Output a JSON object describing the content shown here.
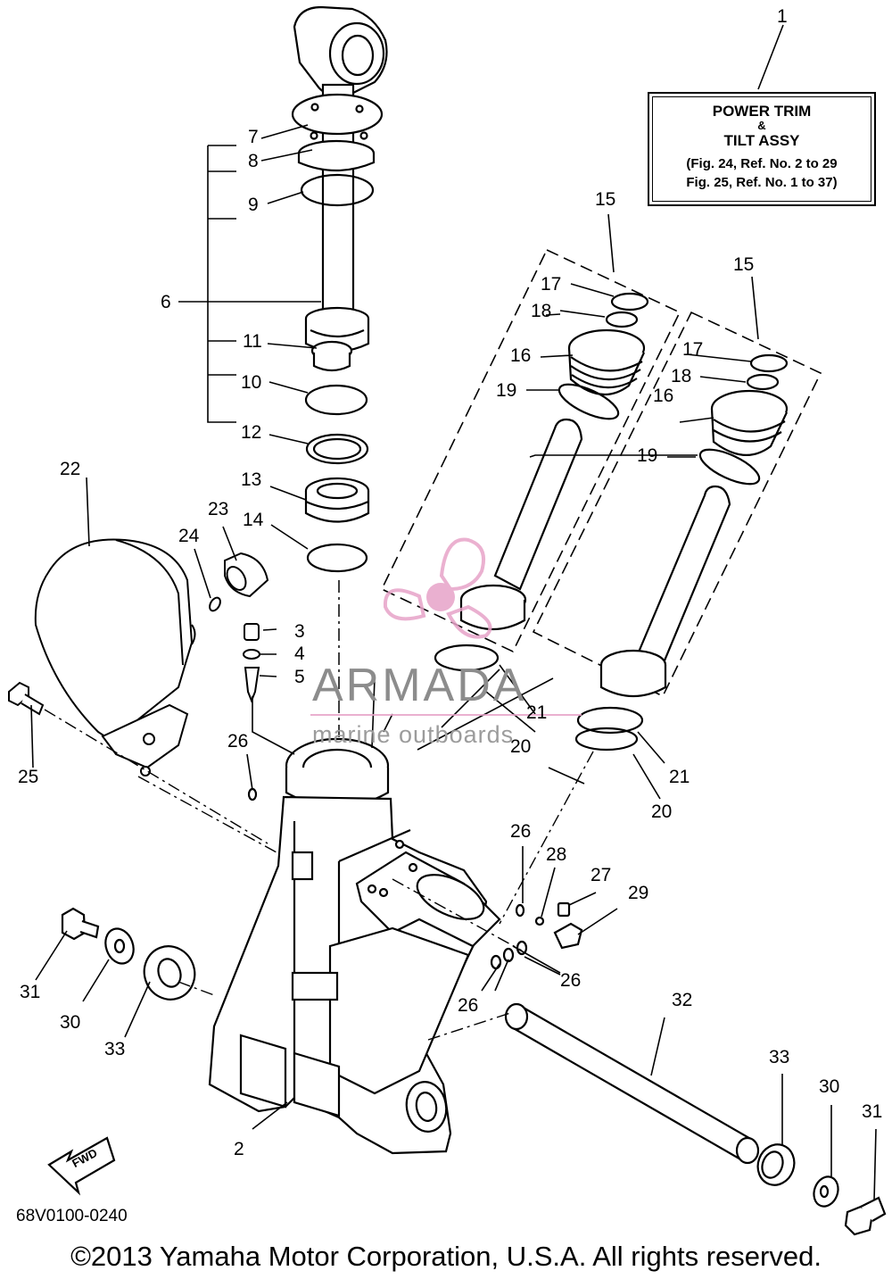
{
  "diagram": {
    "callouts": [
      "1",
      "2",
      "3",
      "4",
      "5",
      "6",
      "7",
      "8",
      "9",
      "10",
      "11",
      "12",
      "13",
      "14",
      "15",
      "15",
      "16",
      "16",
      "17",
      "17",
      "18",
      "18",
      "19",
      "19",
      "20",
      "20",
      "21",
      "21",
      "22",
      "23",
      "24",
      "25",
      "26",
      "26",
      "26",
      "26",
      "27",
      "28",
      "29",
      "30",
      "30",
      "31",
      "31",
      "32",
      "33",
      "33"
    ],
    "title_box": {
      "line1": "POWER TRIM",
      "line2": "&",
      "line3": "TILT ASSY",
      "ref1": "(Fig. 24, Ref. No. 2 to 29",
      "ref2": "Fig. 25, Ref. No. 1 to 37)"
    },
    "fwd_label": "FWD",
    "part_code": "68V0100-0240",
    "copyright": "©2013 Yamaha Motor Corporation, U.S.A. All rights reserved.",
    "watermark": {
      "brand": "ARMADA",
      "tagline": "marine outboards",
      "color": "#e7a3c8"
    }
  }
}
